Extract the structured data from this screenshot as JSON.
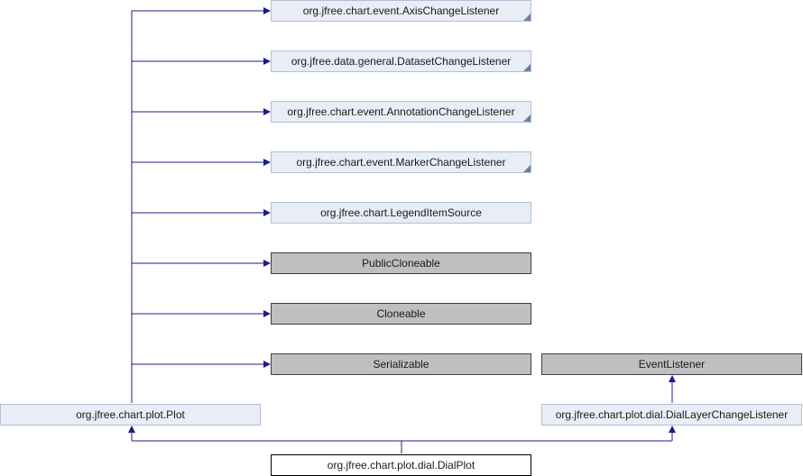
{
  "diagram": {
    "nodes": {
      "axis_change_listener": "org.jfree.chart.event.AxisChangeListener",
      "dataset_change_listener": "org.jfree.data.general.DatasetChangeListener",
      "annotation_change_listener": "org.jfree.chart.event.AnnotationChangeListener",
      "marker_change_listener": "org.jfree.chart.event.MarkerChangeListener",
      "legend_item_source": "org.jfree.chart.LegendItemSource",
      "public_cloneable": "PublicCloneable",
      "cloneable": "Cloneable",
      "serializable": "Serializable",
      "event_listener": "EventListener",
      "plot": "org.jfree.chart.plot.Plot",
      "dial_layer_change_listener": "org.jfree.chart.plot.dial.DialLayerChangeListener",
      "dial_plot": "org.jfree.chart.plot.dial.DialPlot"
    },
    "colors": {
      "edge": "#1c1c8c",
      "node_fill": "#e8edf6",
      "external_node_fill": "#bfbfbf",
      "focus_node_fill": "#ffffff"
    }
  }
}
